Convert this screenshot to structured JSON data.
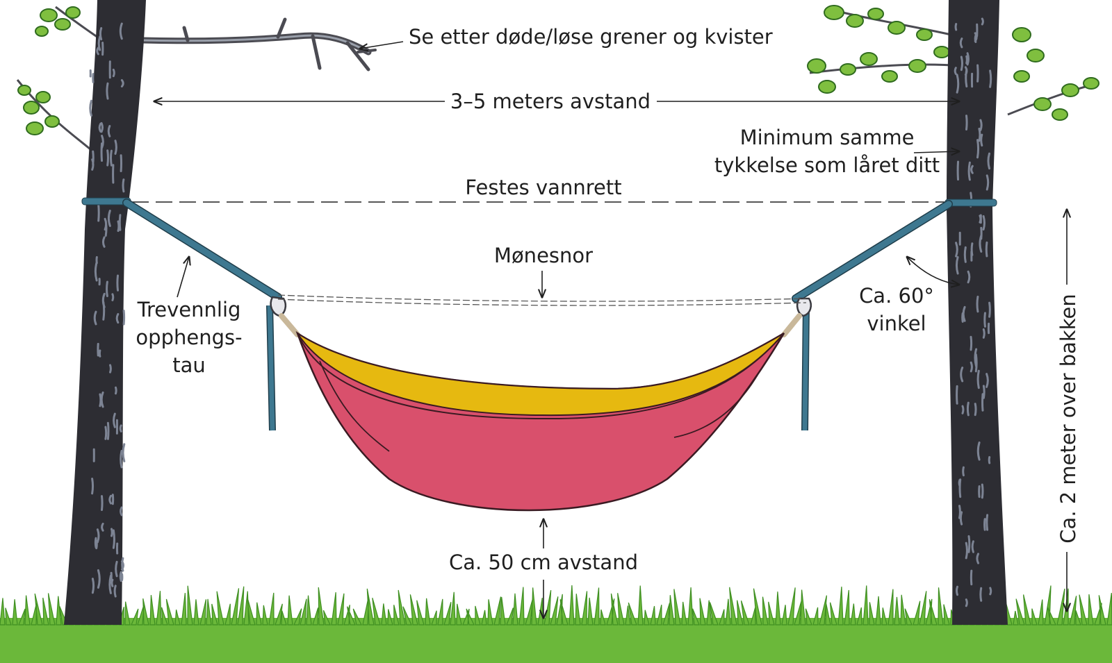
{
  "labels": {
    "branches": "Se etter døde/løse grener og kvister",
    "distance": "3–5 meters avstand",
    "thickness_line1": "Minimum samme",
    "thickness_line2": "tykkelse som låret ditt",
    "horizontal": "Festes vannrett",
    "ridgeline": "Mønesnor",
    "strap_line1": "Trevennlig",
    "strap_line2": "opphengs-",
    "strap_line3": "tau",
    "angle_line1": "Ca. 60°",
    "angle_line2": "vinkel",
    "ground_gap": "Ca. 50 cm avstand",
    "height": "Ca. 2 meter over bakken"
  },
  "colors": {
    "bark": "#2d2d33",
    "bark_light": "#7d8494",
    "strap": "#3e7890",
    "hammock": "#d9506c",
    "hammock_inner": "#e6b910",
    "leaves": "#7fbf3f",
    "leaf_dark": "#2f6b1e",
    "grass": "#6bb83a",
    "grass_dark": "#3f8f22",
    "branch": "#4b4b52",
    "line": "#1f1f1f"
  },
  "icons": {
    "tree": "tree-trunk-icon",
    "hammock": "hammock-icon",
    "grass": "grass-icon"
  }
}
